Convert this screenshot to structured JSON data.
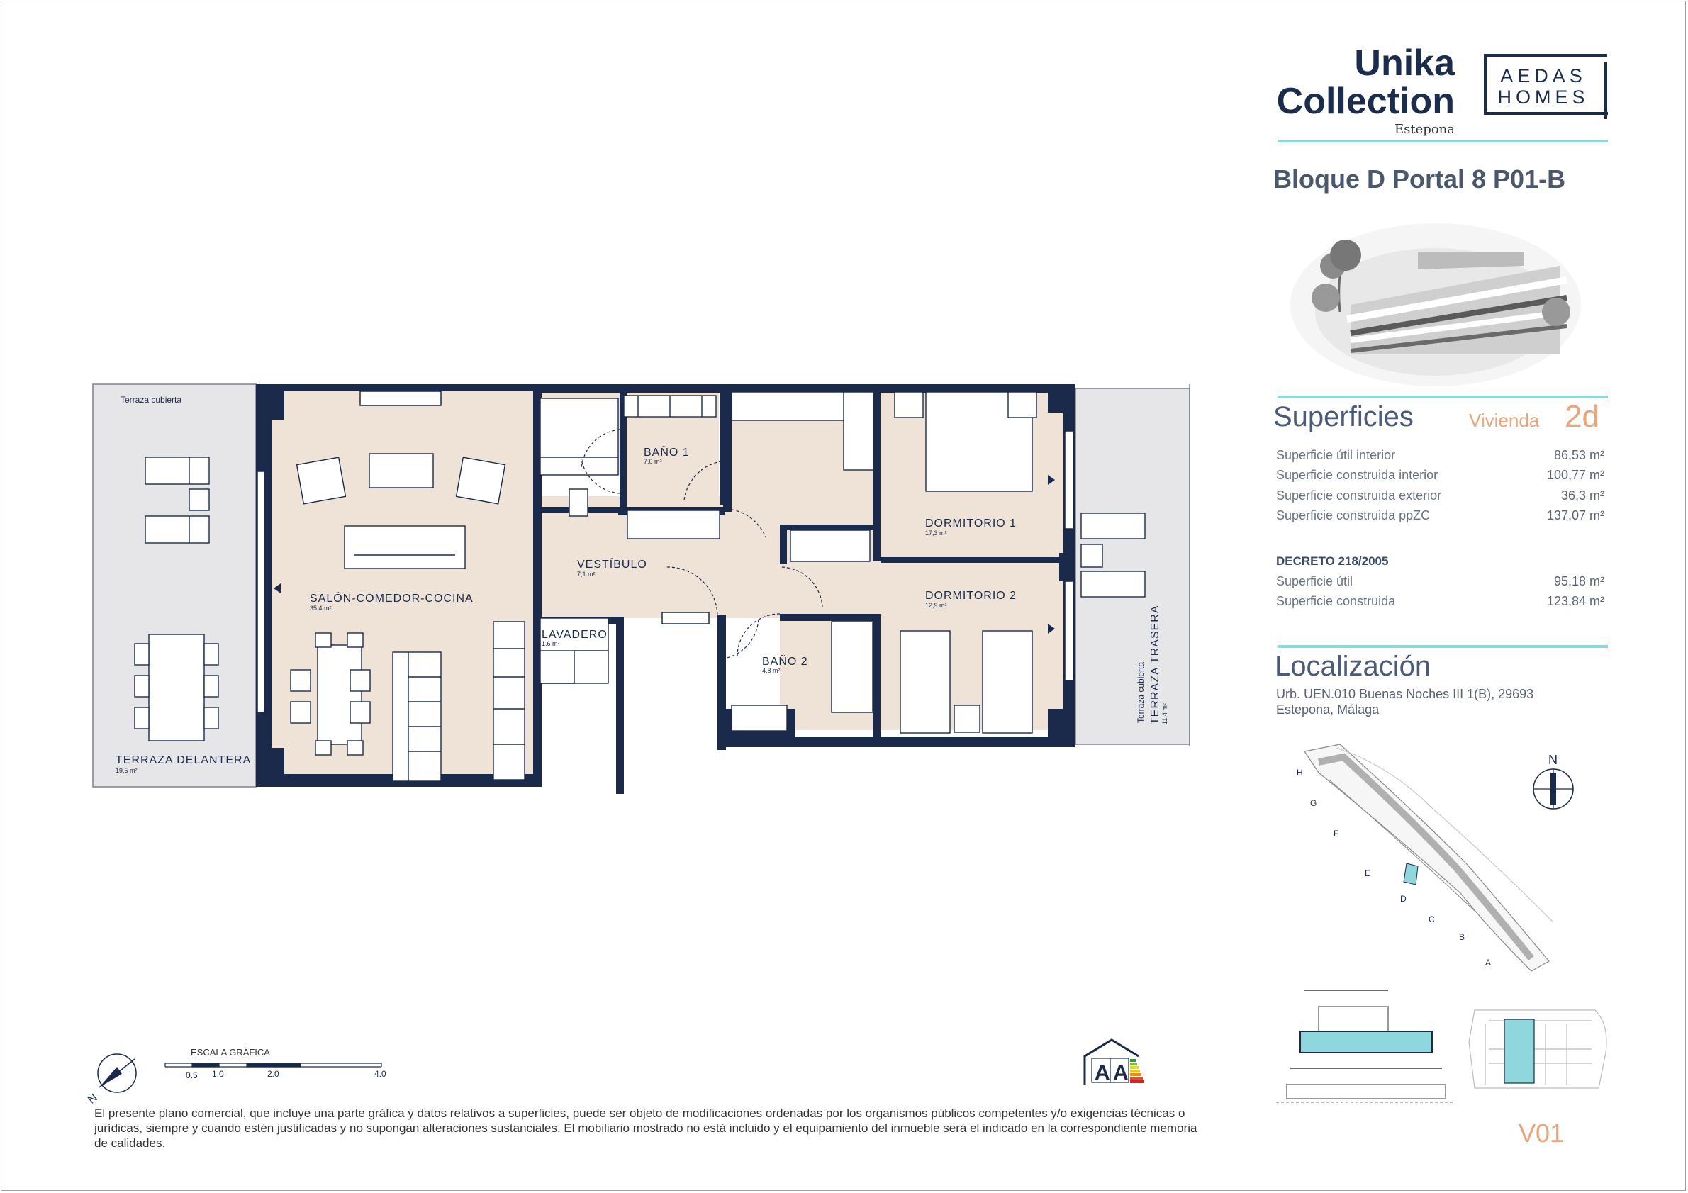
{
  "brand": {
    "name_line1": "Unika",
    "name_line2": "Collection",
    "location": "Estepona",
    "developer_line1": "AEDAS",
    "developer_line2": "HOMES"
  },
  "unit_title": "Bloque D Portal 8 P01-B",
  "superficies": {
    "title": "Superficies",
    "vivienda_label": "Vivienda",
    "vivienda_type": "2d",
    "rows": [
      {
        "label": "Superficie útil interior",
        "value": "86,53 m²"
      },
      {
        "label": "Superficie construida interior",
        "value": "100,77 m²"
      },
      {
        "label": "Superficie construida exterior",
        "value": "36,3 m²"
      },
      {
        "label": "Superficie construida ppZC",
        "value": "137,07 m²"
      }
    ],
    "decreto_title": "DECRETO 218/2005",
    "decreto_rows": [
      {
        "label": "Superficie útil",
        "value": "95,18 m²"
      },
      {
        "label": "Superficie construida",
        "value": "123,84 m²"
      }
    ]
  },
  "localizacion": {
    "title": "Localización",
    "address_line1": "Urb. UEN.010 Buenas Noches III 1(B), 29693",
    "address_line2": "Estepona, Málaga",
    "north_label": "N",
    "block_letters": [
      "H",
      "G",
      "F",
      "E",
      "D",
      "C",
      "B",
      "A"
    ]
  },
  "plan": {
    "rooms": [
      {
        "label": "Terraza cubierta",
        "area": ""
      },
      {
        "label": "TERRAZA DELANTERA",
        "area": "19,5 m²"
      },
      {
        "label": "SALÓN-COMEDOR-COCINA",
        "area": "35,4 m²"
      },
      {
        "label": "BAÑO 1",
        "area": "7,0 m²"
      },
      {
        "label": "VESTÍBULO",
        "area": "7,1 m²"
      },
      {
        "label": "LAVADERO",
        "area": "1,6 m²"
      },
      {
        "label": "BAÑO 2",
        "area": "4,8 m²"
      },
      {
        "label": "DORMITORIO 1",
        "area": "17,3 m²"
      },
      {
        "label": "DORMITORIO 2",
        "area": "12,9 m²"
      },
      {
        "label": "TERRAZA TRASERA",
        "area": "11,4 m²",
        "sub": "Terraza cubierta"
      }
    ],
    "compass_label": "N",
    "scale_title": "ESCALA GRÁFICA",
    "scale_ticks": [
      "0.5",
      "1.0",
      "2.0",
      "4.0"
    ],
    "energy_rating_1": "A",
    "energy_rating_2": "A"
  },
  "disclaimer": "El presente plano comercial, que incluye una parte gráfica y datos relativos a superficies, puede ser objeto de modificaciones ordenadas por los organismos públicos competentes y/o exigencias técnicas o jurídicas, siempre y cuando estén justificadas y no supongan alteraciones sustanciales. El mobiliario mostrado no está incluido y el equipamiento del inmueble será el indicado en la correspondiente memoria de calidades.",
  "version_code": "V01",
  "colors": {
    "navy": "#1b2a4a",
    "floor": "#efe3d8",
    "terrace": "#e6e6e8",
    "accent_cyan": "#8fd7dd",
    "accent_orange": "#eaa57a"
  }
}
